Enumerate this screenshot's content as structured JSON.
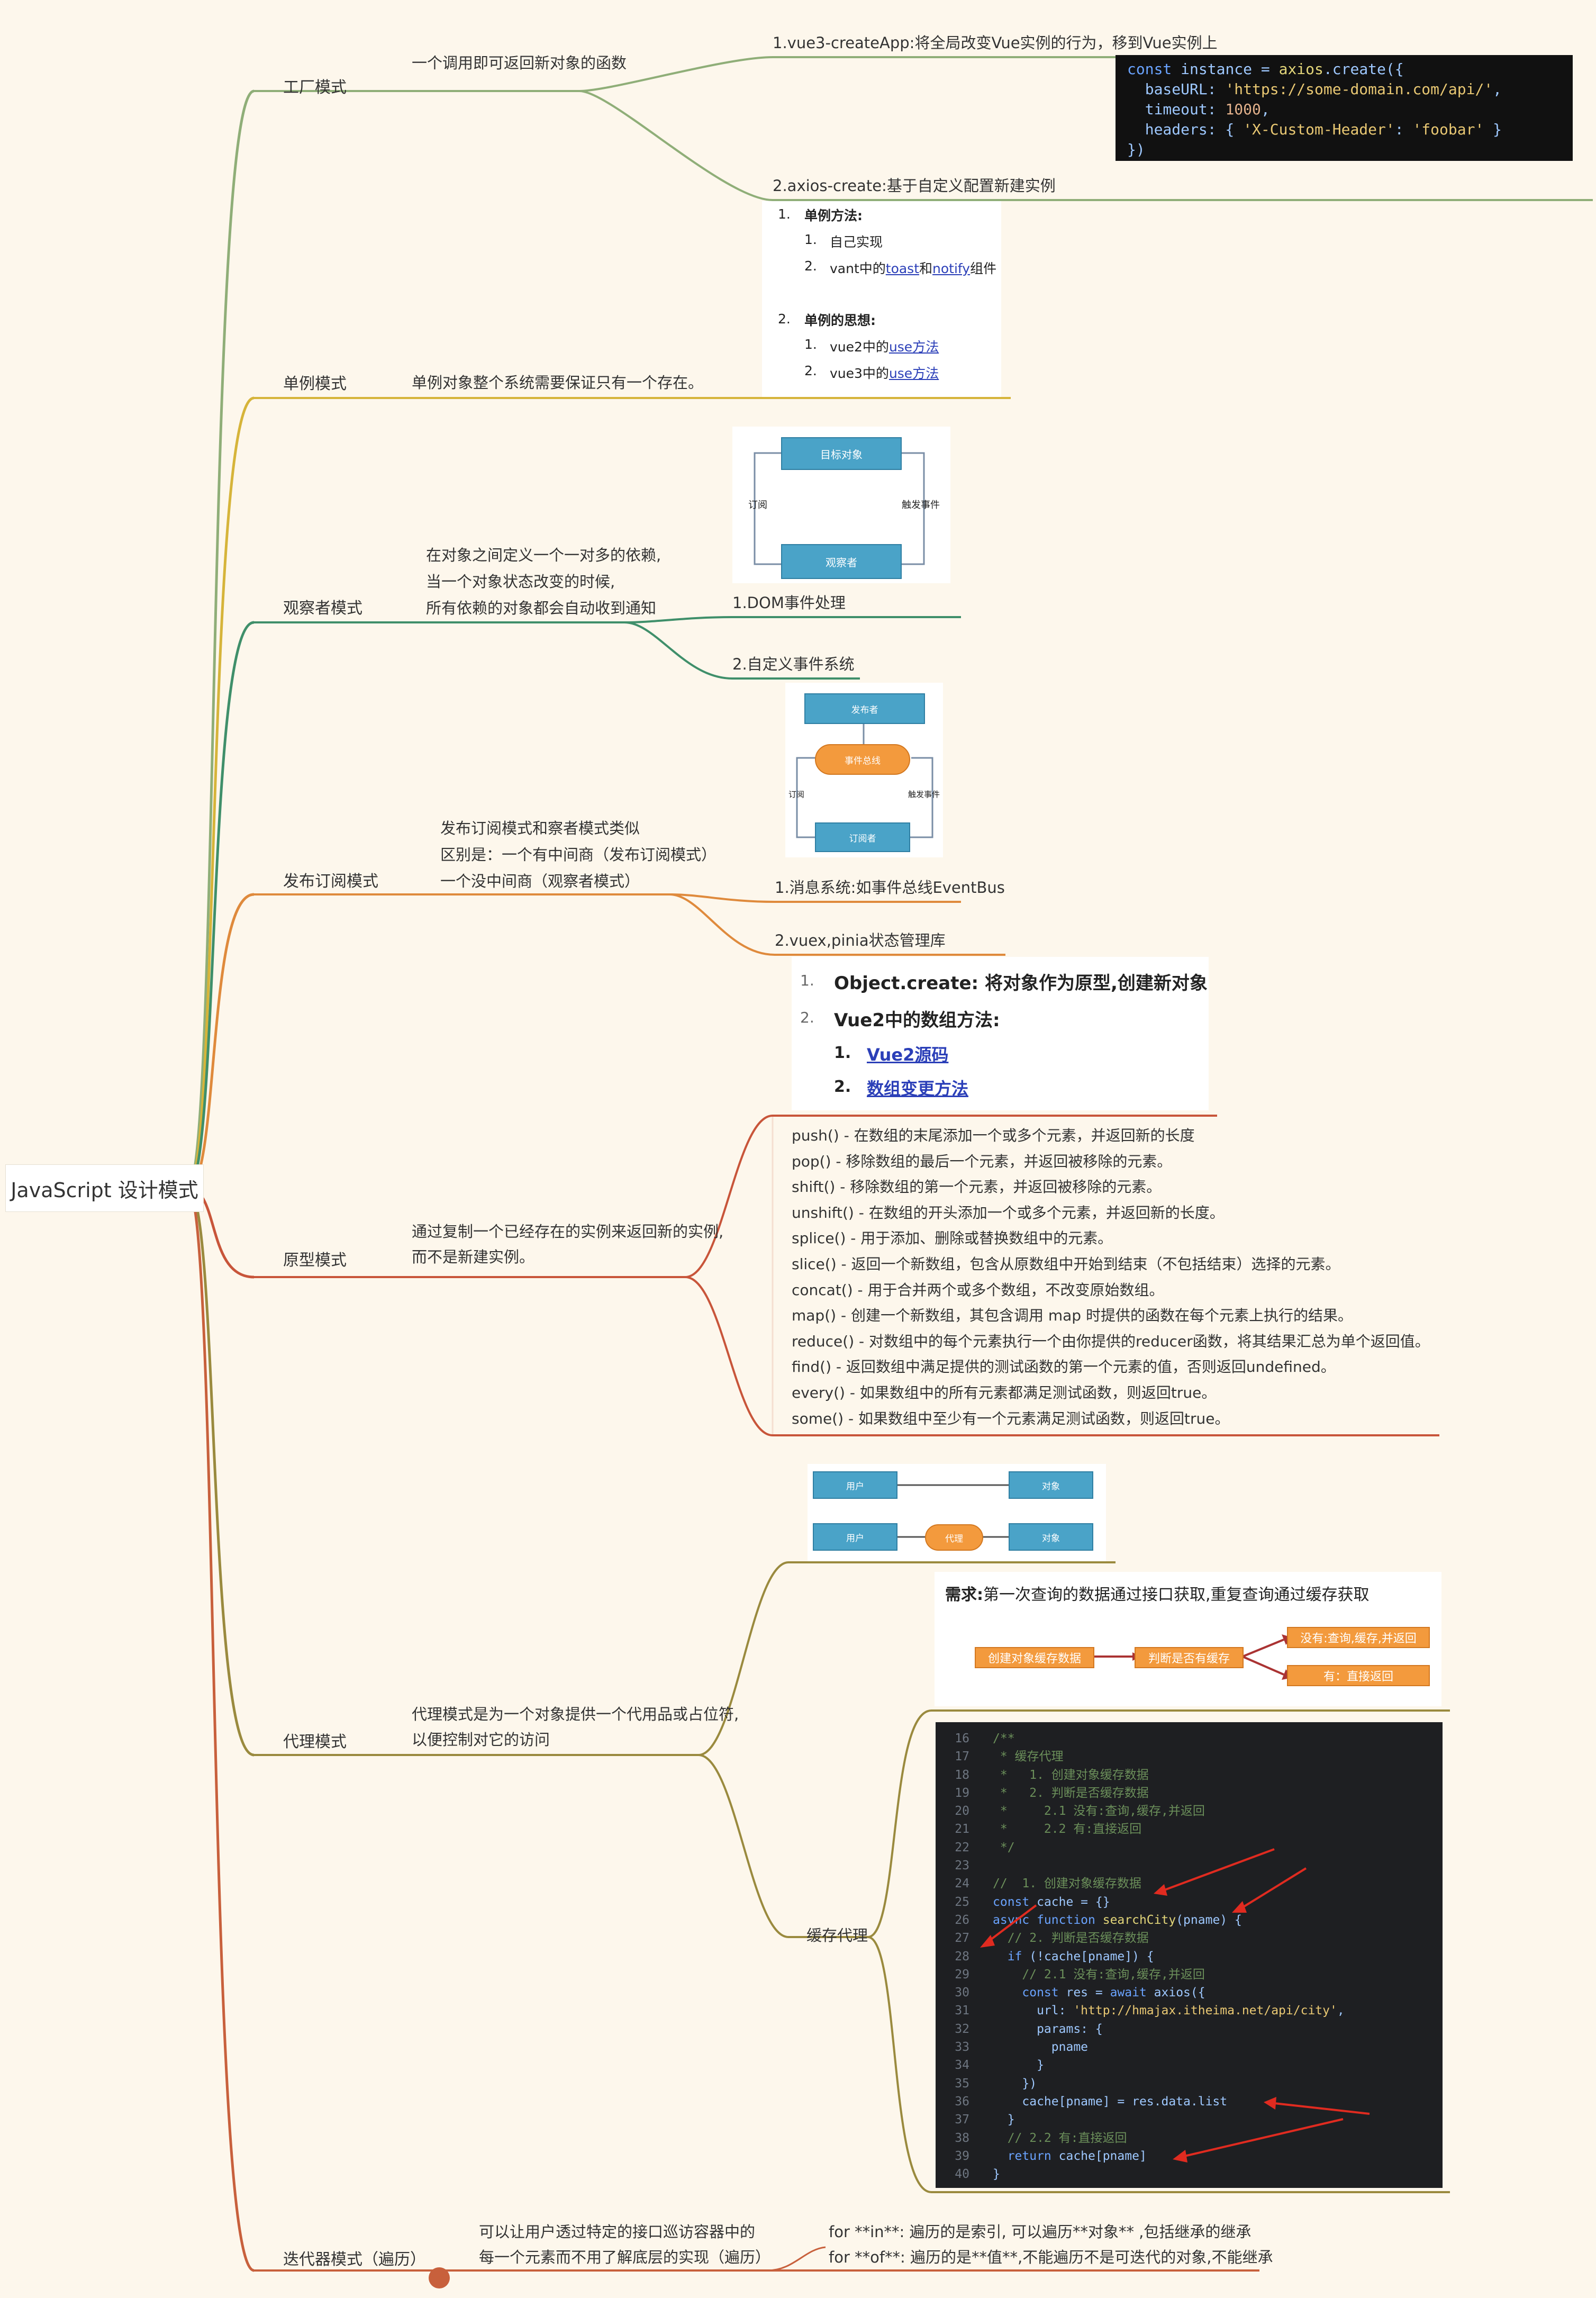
{
  "root": "JavaScript 设计模式",
  "branches": [
    {
      "name": "工厂模式",
      "desc": [
        "一个调用即可返回新对象的函数"
      ],
      "items": [
        "1.vue3-createApp:将全局改变Vue实例的行为，移到Vue实例上",
        "2.axios-create:基于自定义配置新建实例"
      ]
    },
    {
      "name": "单例模式",
      "desc": [
        "单例对象整个系统需要保证只有一个存在。"
      ],
      "items": []
    },
    {
      "name": "观察者模式",
      "desc": [
        "在对象之间定义一个一对多的依赖,",
        "当一个对象状态改变的时候,",
        "所有依赖的对象都会自动收到通知"
      ],
      "items": [
        "1.DOM事件处理",
        "2.自定义事件系统"
      ]
    },
    {
      "name": "发布订阅模式",
      "desc": [
        "发布订阅模式和察者模式类似",
        "区别是：一个有中间商（发布订阅模式）",
        "一个没中间商（观察者模式）"
      ],
      "items": [
        "1.消息系统:如事件总线EventBus",
        "2.vuex,pinia状态管理库"
      ]
    },
    {
      "name": "原型模式",
      "desc": [
        "通过复制一个已经存在的实例来返回新的实例,",
        "而不是新建实例。"
      ],
      "items": [
        "push() - 在数组的末尾添加一个或多个元素，并返回新的长度",
        "pop() - 移除数组的最后一个元素，并返回被移除的元素。",
        "shift() - 移除数组的第一个元素，并返回被移除的元素。",
        "unshift() - 在数组的开头添加一个或多个元素，并返回新的长度。",
        "splice() - 用于添加、删除或替换数组中的元素。",
        "slice() - 返回一个新数组，包含从原数组中开始到结束（不包括结束）选择的元素。",
        "concat() - 用于合并两个或多个数组，不改变原始数组。",
        "map() - 创建一个新数组，其包含调用 map 时提供的函数在每个元素上执行的结果。",
        "reduce() - 对数组中的每个元素执行一个由你提供的reducer函数，将其结果汇总为单个返回值。",
        "find() - 返回数组中满足提供的测试函数的第一个元素的值，否则返回undefined。",
        "every() - 如果数组中的所有元素都满足测试函数，则返回true。",
        "some() - 如果数组中至少有一个元素满足测试函数，则返回true。"
      ]
    },
    {
      "name": "代理模式",
      "desc": [
        "代理模式是为一个对象提供一个代用品或占位符,",
        "以便控制对它的访问"
      ],
      "items": [
        "缓存代理"
      ]
    },
    {
      "name": "迭代器模式（遍历）",
      "desc": [
        "可以让用户透过特定的接口巡访容器中的",
        "每一个元素而不用了解底层的实现（遍历）"
      ],
      "items": [
        "for **in**: 遍历的是索引, 可以遍历**对象** ,包括继承的继承",
        "for **of**: 遍历的是**值**,不能遍历不是可迭代的对象,不能继承"
      ]
    }
  ],
  "colors": {
    "factory": "#8fae78",
    "singleton": "#d6b43a",
    "observer": "#3f8f6a",
    "pubsub": "#df8a3c",
    "prototype": "#c8553a",
    "proxy": "#9a8a3e",
    "iterator": "#c8603c"
  },
  "axios_code": [
    [
      "const ",
      "instance = ",
      "axios",
      ".create({"
    ],
    [
      "  baseURL: ",
      "'https://some-domain.com/api/'",
      ","
    ],
    [
      "  timeout: ",
      "1000",
      ","
    ],
    [
      "  headers: { ",
      "'X-Custom-Header'",
      ": ",
      "'foobar'",
      " }"
    ],
    [
      "})"
    ]
  ],
  "singleton_img": {
    "l1_num": "1.",
    "l1": "单例方法:",
    "l1a_num": "1.",
    "l1a": "自己实现",
    "l1b_num": "2.",
    "l1b_pre": "vant中的",
    "l1b_link1": "toast",
    "l1b_mid": "和",
    "l1b_link2": "notify",
    "l1b_post": "组件",
    "l2_num": "2.",
    "l2": "单例的思想:",
    "l2a_num": "1.",
    "l2a_pre": "vue2中的",
    "l2a_link": "use方法",
    "l2b_num": "2.",
    "l2b_pre": "vue3中的",
    "l2b_link": "use方法"
  },
  "observer_img": {
    "target": "目标对象",
    "observer": "观察者",
    "subscribe": "订阅",
    "trigger": "触发事件"
  },
  "pubsub_img": {
    "publisher": "发布者",
    "bus": "事件总线",
    "subscriber": "订阅者",
    "subscribe": "订阅",
    "trigger": "触发事件"
  },
  "prototype_img": {
    "n1": "1.",
    "l1": "Object.create: 将对象作为原型,创建新对象",
    "n2": "2.",
    "l2": "Vue2中的数组方法:",
    "n2a": "1.",
    "l2a": "Vue2源码",
    "n2b": "2.",
    "l2b": "数组变更方法"
  },
  "proxy_img": {
    "user": "用户",
    "object": "对象",
    "proxy": "代理"
  },
  "cache_img": {
    "need_label": "需求:",
    "need": "第一次查询的数据通过接口获取,重复查询通过缓存获取",
    "step1": "创建对象缓存数据",
    "step2": "判断是否有缓存",
    "yes": "没有:查询,缓存,并返回",
    "no": "有：直接返回"
  },
  "cache_code": {
    "start": 16,
    "lines": [
      [
        "c",
        "/**"
      ],
      [
        "c",
        " * 缓存代理"
      ],
      [
        "c",
        " *   1. 创建对象缓存数据"
      ],
      [
        "c",
        " *   2. 判断是否缓存数据"
      ],
      [
        "c",
        " *     2.1 没有:查询,缓存,并返回"
      ],
      [
        "c",
        " *     2.2 有:直接返回"
      ],
      [
        "c",
        " */"
      ],
      [
        "c",
        ""
      ],
      [
        "c",
        "//  1. 创建对象缓存数据"
      ],
      [
        "k",
        "const ",
        "v",
        "cache = {}"
      ],
      [
        "k",
        "async function ",
        "f",
        "searchCity",
        "v",
        "(pname) {"
      ],
      [
        "c",
        "  // 2. 判断是否缓存数据"
      ],
      [
        "k",
        "  if ",
        "v",
        "(!cache[pname]) {"
      ],
      [
        "c",
        "    // 2.1 没有:查询,缓存,并返回"
      ],
      [
        "k",
        "    const ",
        "v",
        "res = ",
        "k",
        "await ",
        "v",
        "axios({"
      ],
      [
        "v",
        "      url: ",
        "s",
        "'http://hmajax.itheima.net/api/city'",
        "v",
        ","
      ],
      [
        "v",
        "      params: {"
      ],
      [
        "v",
        "        pname"
      ],
      [
        "v",
        "      }"
      ],
      [
        "v",
        "    })"
      ],
      [
        "v",
        "    cache[pname] = res.data.list"
      ],
      [
        "v",
        "  }"
      ],
      [
        "c",
        "  // 2.2 有:直接返回"
      ],
      [
        "k",
        "  return ",
        "v",
        "cache[pname]"
      ],
      [
        "v",
        "}"
      ]
    ]
  }
}
